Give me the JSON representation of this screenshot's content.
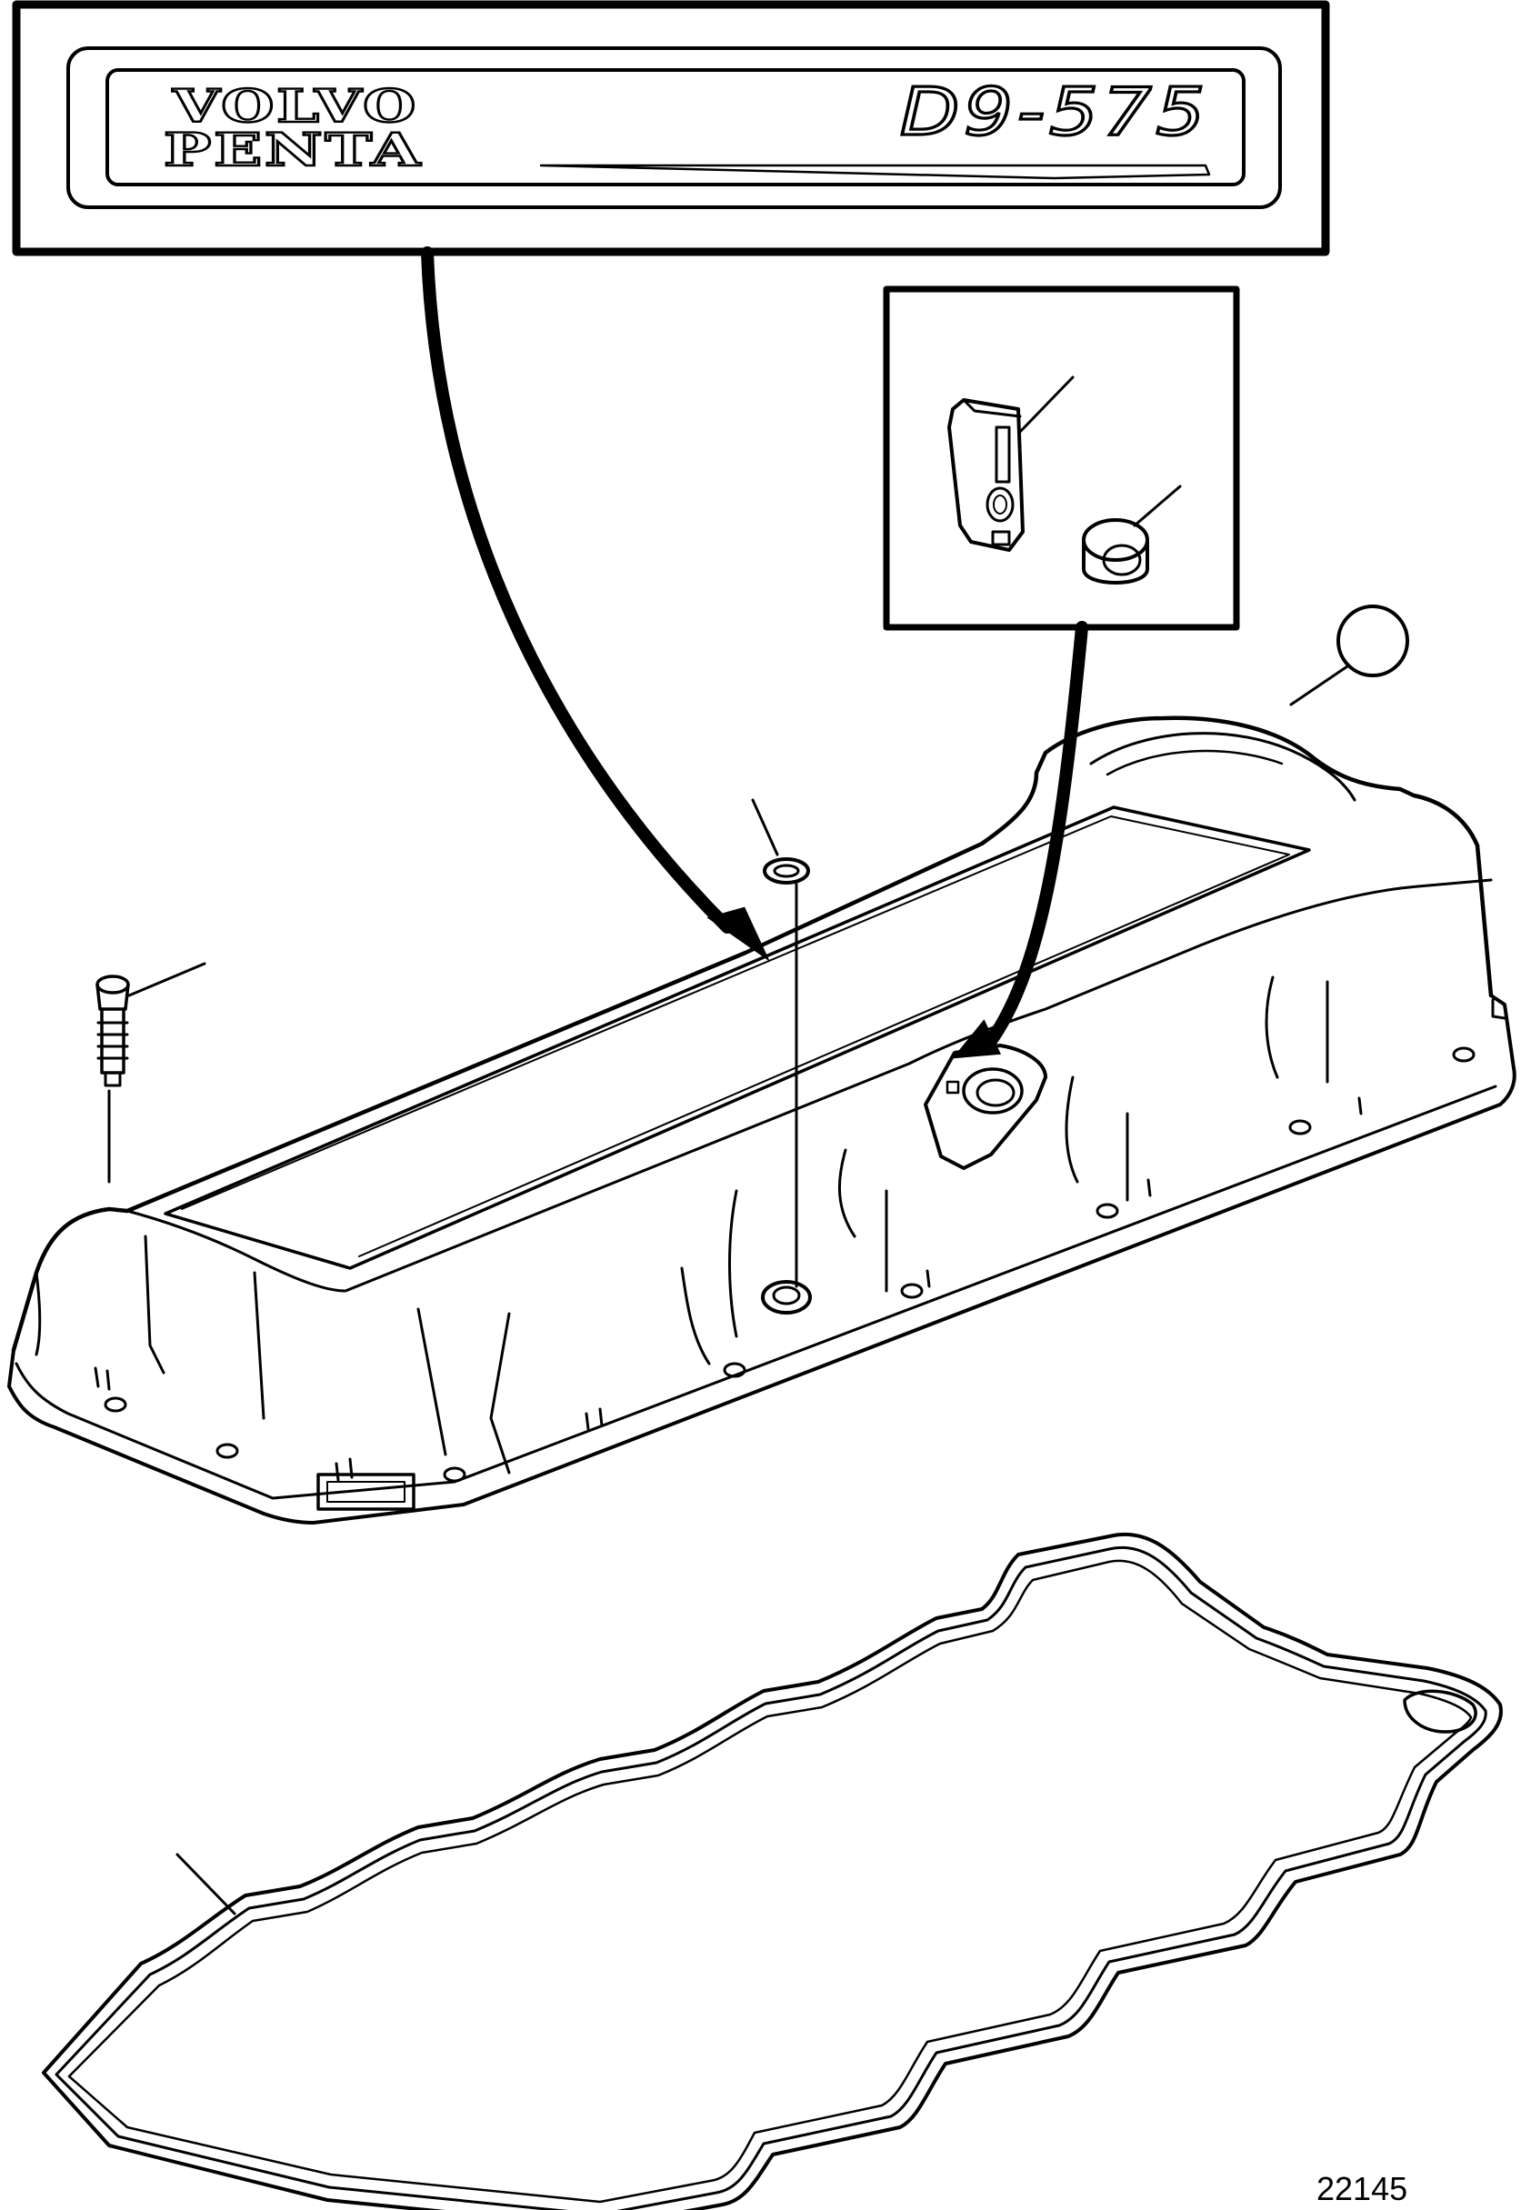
{
  "decal": {
    "brand_line_1": "VOLVO",
    "brand_line_2": "PENTA",
    "model": "D9-575"
  },
  "figure_number": "22145",
  "colors": {
    "ink": "#000000",
    "paper": "#ffffff",
    "callout_circle": "#ffffff"
  }
}
